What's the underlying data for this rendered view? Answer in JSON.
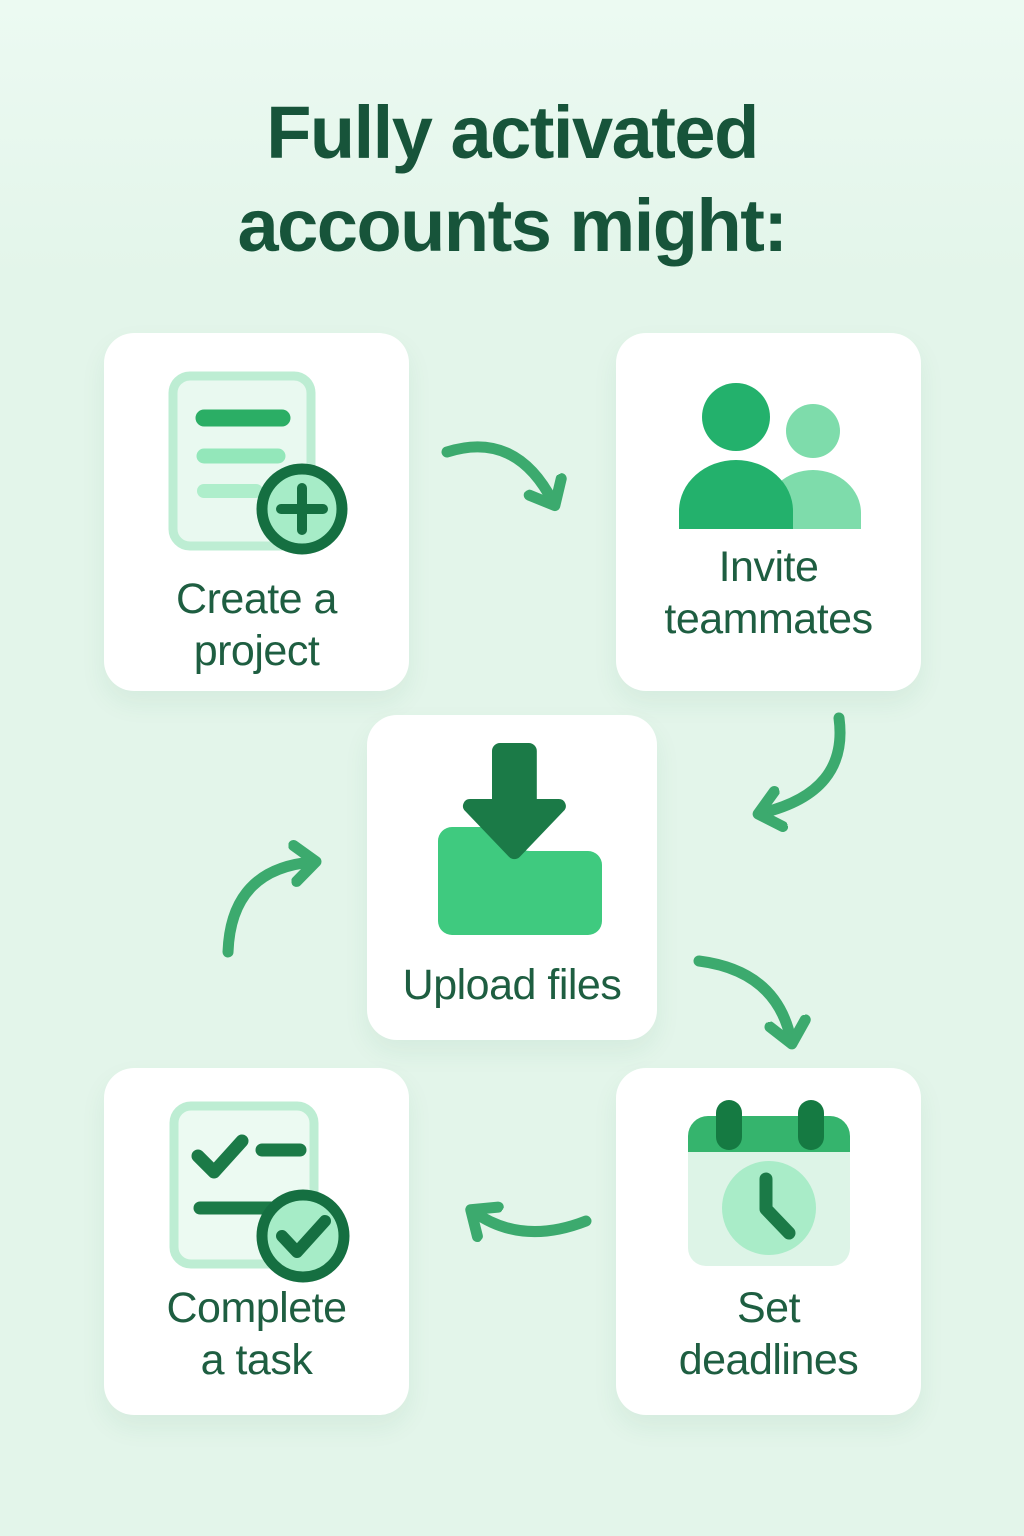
{
  "title": {
    "line1": "Fully activated",
    "line2": "accounts might:"
  },
  "steps": [
    {
      "id": "create-project",
      "label": "Create a\nproject",
      "icon": "document-plus-icon"
    },
    {
      "id": "invite-teammates",
      "label": "Invite\nteammates",
      "icon": "people-icon"
    },
    {
      "id": "upload-files",
      "label": "Upload files",
      "icon": "upload-folder-icon"
    },
    {
      "id": "set-deadlines",
      "label": "Set\ndeadlines",
      "icon": "calendar-clock-icon"
    },
    {
      "id": "complete-task",
      "label": "Complete\na task",
      "icon": "checklist-check-icon"
    }
  ],
  "flow": {
    "arrows": [
      {
        "from": "create-project",
        "to": "invite-teammates"
      },
      {
        "from": "invite-teammates",
        "to": "upload-files"
      },
      {
        "from": "upload-files",
        "to": "set-deadlines"
      },
      {
        "from": "set-deadlines",
        "to": "complete-task"
      },
      {
        "from": "complete-task",
        "to": "upload-files"
      }
    ]
  },
  "colors": {
    "background": "#e3f5ea",
    "card": "#ffffff",
    "title_text": "#17543a",
    "label_text": "#1e5e41",
    "arrow": "#3caa6e",
    "green_dark": "#156f41",
    "green_deep": "#1b7a47",
    "green_medium": "#23b16c",
    "green_folder": "#3fca7f",
    "green_light": "#a6ecc7",
    "green_soft": "#7edcab",
    "green_pale": "#e9f9f0",
    "green_border": "#bdedd3"
  }
}
